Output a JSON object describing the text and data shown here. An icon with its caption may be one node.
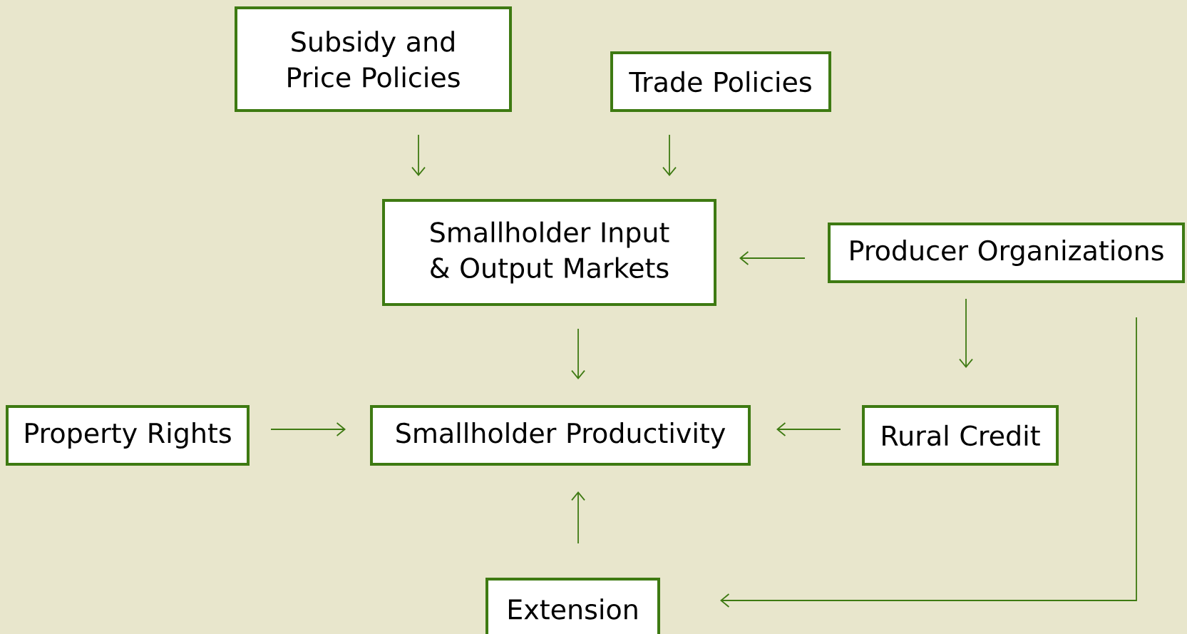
{
  "diagram": {
    "nodes": [
      {
        "text": [
          "Subsidy and Price Policies"
        ]
      },
      {
        "text": [
          "Trade Policies"
        ]
      },
      {
        "text": [
          "Smallholder Input & Output Markets"
        ]
      },
      {
        "text": [
          "Producer Organizations"
        ]
      },
      {
        "text": [
          "Property Rights"
        ]
      },
      {
        "text": [
          "Smallholder Productivity"
        ]
      },
      {
        "text": [
          "Rural Credit"
        ]
      },
      {
        "text": [
          "Extension"
        ]
      }
    ],
    "edges": [
      {
        "from": 0,
        "to": 2,
        "arrow": "to"
      },
      {
        "from": 1,
        "to": 2,
        "arrow": "to"
      },
      {
        "from": 3,
        "to": 2,
        "arrow": "to"
      },
      {
        "from": 2,
        "to": 5,
        "arrow": "to"
      },
      {
        "from": 3,
        "to": 6,
        "arrow": "to"
      },
      {
        "from": 4,
        "to": 5,
        "arrow": "to"
      },
      {
        "from": 6,
        "to": 5,
        "arrow": "to"
      },
      {
        "from": 7,
        "to": 5,
        "arrow": "to"
      },
      {
        "from": 3,
        "to": 7,
        "arrow": "to"
      }
    ]
  }
}
